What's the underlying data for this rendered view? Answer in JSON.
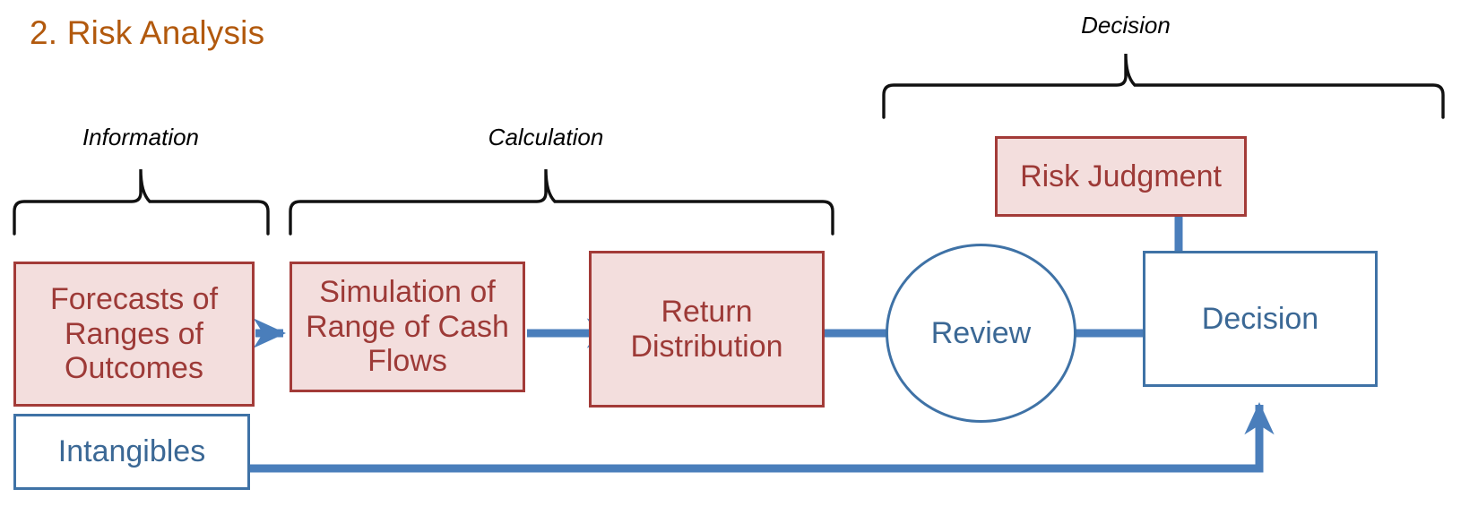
{
  "title": "2. Risk Analysis",
  "colors": {
    "title": "#b2590d",
    "red_border": "#a33b38",
    "red_fill": "#f3dedd",
    "red_text": "#9d3a37",
    "blue_border": "#3f72a6",
    "blue_text": "#3b6895",
    "arrow": "#4a7ebb",
    "brace": "#000000",
    "background": "#ffffff"
  },
  "braces": [
    {
      "label": "Information"
    },
    {
      "label": "Calculation"
    },
    {
      "label": "Decision"
    }
  ],
  "nodes": [
    {
      "id": "forecasts",
      "label": "Forecasts of Ranges of Outcomes",
      "shape": "rect",
      "style": "red"
    },
    {
      "id": "simulation",
      "label": "Simulation of Range of Cash Flows",
      "shape": "rect",
      "style": "red"
    },
    {
      "id": "return-dist",
      "label": "Return Distribution",
      "shape": "rect",
      "style": "red"
    },
    {
      "id": "review",
      "label": "Review",
      "shape": "ellipse",
      "style": "blue"
    },
    {
      "id": "risk-judgment",
      "label": "Risk Judgment",
      "shape": "rect",
      "style": "red"
    },
    {
      "id": "decision",
      "label": "Decision",
      "shape": "rect",
      "style": "blue"
    },
    {
      "id": "intangibles",
      "label": "Intangibles",
      "shape": "rect",
      "style": "blue"
    }
  ],
  "connectors": [
    {
      "from": "forecasts",
      "to": "simulation",
      "kind": "arrow-right"
    },
    {
      "from": "simulation",
      "to": "return-dist",
      "kind": "arrow-right"
    },
    {
      "from": "return-dist",
      "to": "review",
      "kind": "arrow-right"
    },
    {
      "from": "review",
      "to": "decision",
      "kind": "arrow-right"
    },
    {
      "from": "risk-judgment",
      "to": "decision",
      "kind": "arrow-down"
    },
    {
      "from": "intangibles",
      "to": "decision",
      "kind": "elbow-arrow-up"
    }
  ]
}
